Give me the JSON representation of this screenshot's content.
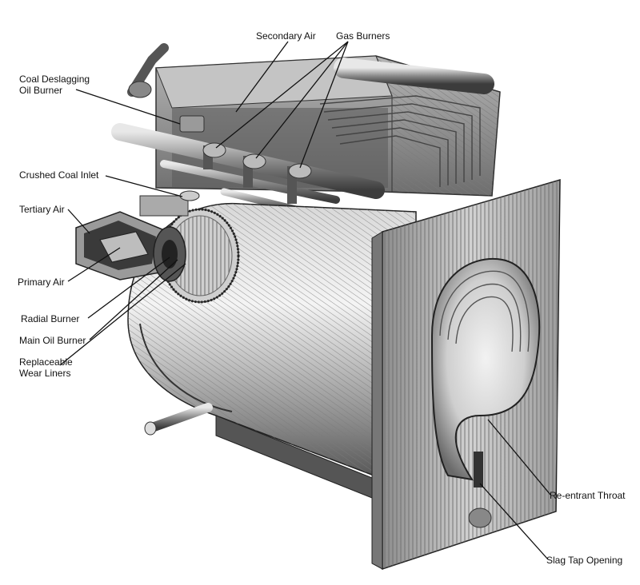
{
  "labels": {
    "secondary_air": "Secondary Air",
    "gas_burners": "Gas Burners",
    "coal_deslagging_1": "Coal Deslagging",
    "coal_deslagging_2": "Oil Burner",
    "crushed_coal_inlet": "Crushed Coal Inlet",
    "tertiary_air": "Tertiary Air",
    "primary_air": "Primary Air",
    "radial_burner": "Radial Burner",
    "main_oil_burner": "Main Oil Burner",
    "wear_liners_1": "Replaceable",
    "wear_liners_2": "Wear Liners",
    "reentrant_throat": "Re-entrant Throat",
    "slag_tap_opening": "Slag Tap Opening"
  }
}
